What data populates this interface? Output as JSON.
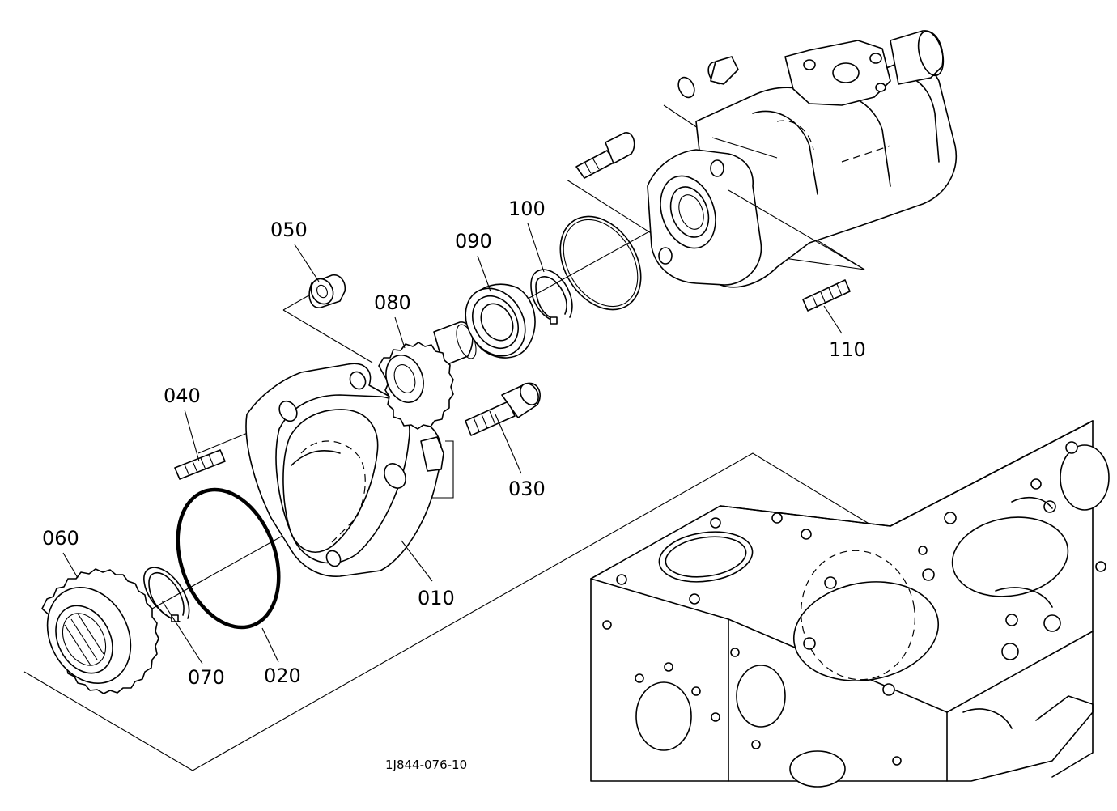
{
  "parts": [
    {
      "id": "callout-010",
      "label": "010"
    },
    {
      "id": "callout-020",
      "label": "020"
    },
    {
      "id": "callout-030",
      "label": "030"
    },
    {
      "id": "callout-040",
      "label": "040"
    },
    {
      "id": "callout-050",
      "label": "050"
    },
    {
      "id": "callout-060",
      "label": "060"
    },
    {
      "id": "callout-070",
      "label": "070"
    },
    {
      "id": "callout-080",
      "label": "080"
    },
    {
      "id": "callout-090",
      "label": "090"
    },
    {
      "id": "callout-100",
      "label": "100"
    },
    {
      "id": "callout-110",
      "label": "110"
    }
  ],
  "drawing_id": "1J844-076-10"
}
